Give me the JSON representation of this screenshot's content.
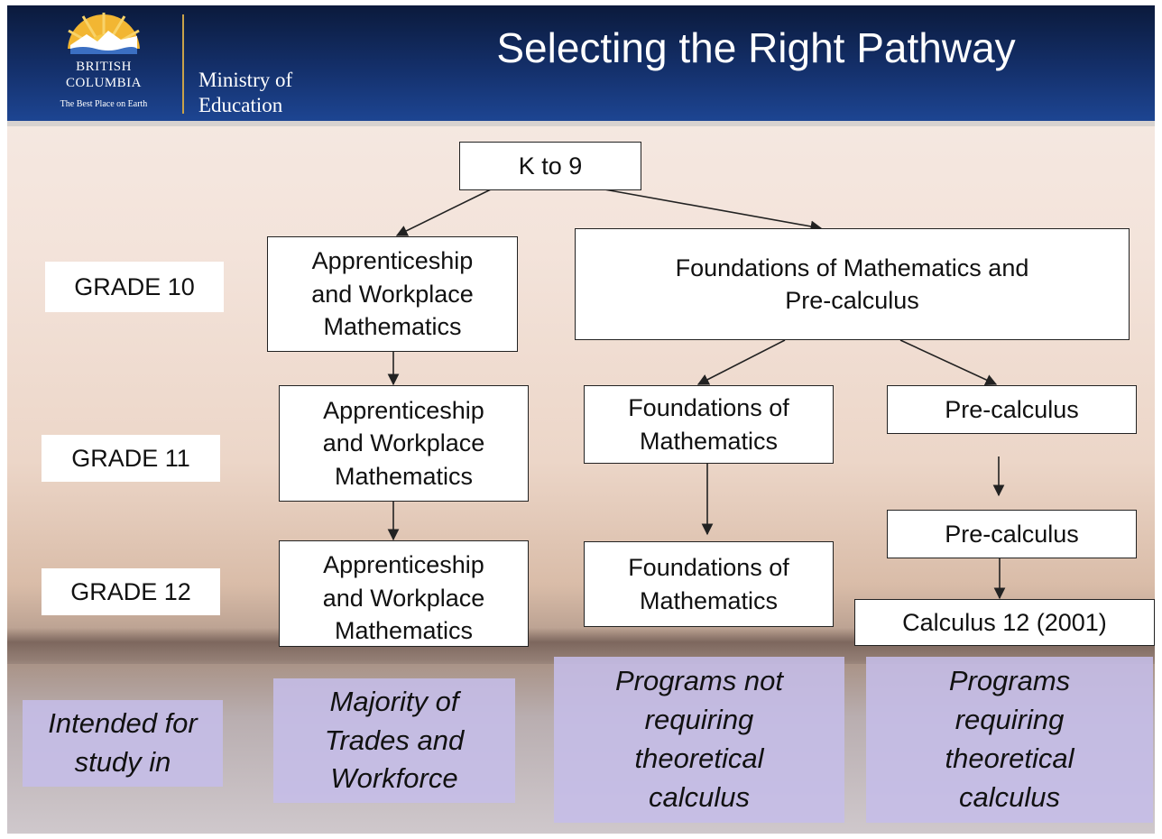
{
  "header": {
    "title": "Selecting the Right Pathway",
    "logo": {
      "line1": "BRITISH",
      "line2": "COLUMBIA",
      "tagline": "The Best Place on Earth"
    },
    "ministry": {
      "line1": "Ministry of",
      "line2": "Education"
    }
  },
  "grades": {
    "g10": "GRADE 10",
    "g11": "GRADE 11",
    "g12": "GRADE 12"
  },
  "nodes": {
    "k9": "K to 9",
    "aw10": "Apprenticeship\nand Workplace\nMathematics",
    "fpc10": "Foundations of Mathematics and\nPre-calculus",
    "aw11": "Apprenticeship\nand Workplace\nMathematics",
    "fm11": "Foundations of\nMathematics",
    "pc11": "Pre-calculus",
    "aw12": "Apprenticeship\nand Workplace\nMathematics",
    "fm12": "Foundations of\nMathematics",
    "pc12": "Pre-calculus",
    "calc12": "Calculus 12 (2001)"
  },
  "intended": {
    "label": "Intended for\nstudy in",
    "trades": "Majority of\nTrades and\nWorkforce",
    "not_theoretical": "Programs not\nrequiring\ntheoretical\ncalculus",
    "theoretical": "Programs\nrequiring\ntheoretical\ncalculus"
  },
  "colors": {
    "header_dark": "#0b1a3c",
    "header_light": "#1d4592",
    "outcome_box": "#c5bde8",
    "accent_gold": "#c8a24a"
  }
}
